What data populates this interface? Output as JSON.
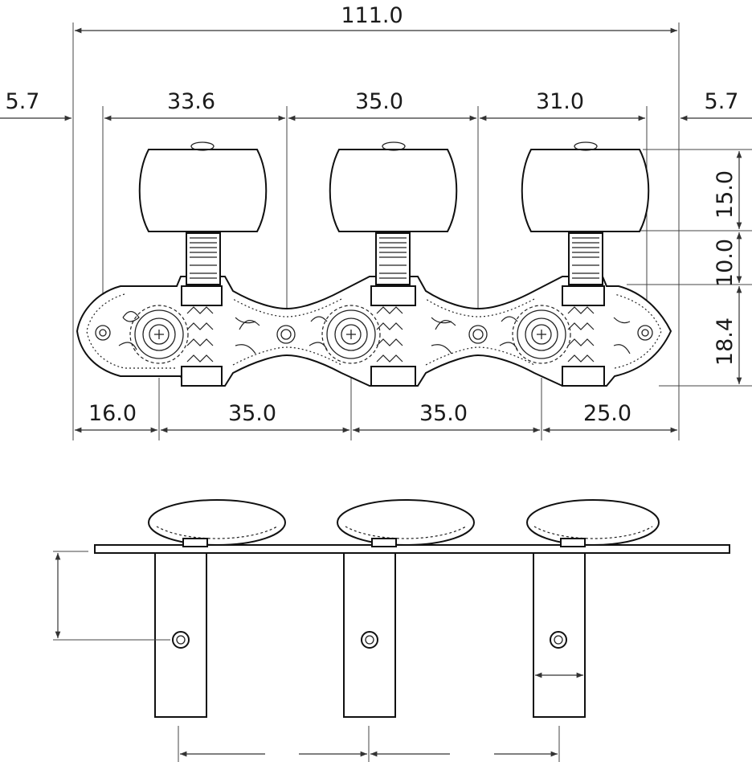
{
  "dimensions": {
    "overall_width": "111.0",
    "left_margin": "5.7",
    "knob_spacing_1": "33.6",
    "knob_spacing_2": "35.0",
    "knob_spacing_3": "31.0",
    "right_margin": "5.7",
    "knob_height": "15.0",
    "shaft_height": "10.0",
    "plate_height": "18.4",
    "bottom_left": "16.0",
    "bottom_spacing_1": "35.0",
    "bottom_spacing_2": "35.0",
    "bottom_right": "25.0"
  }
}
